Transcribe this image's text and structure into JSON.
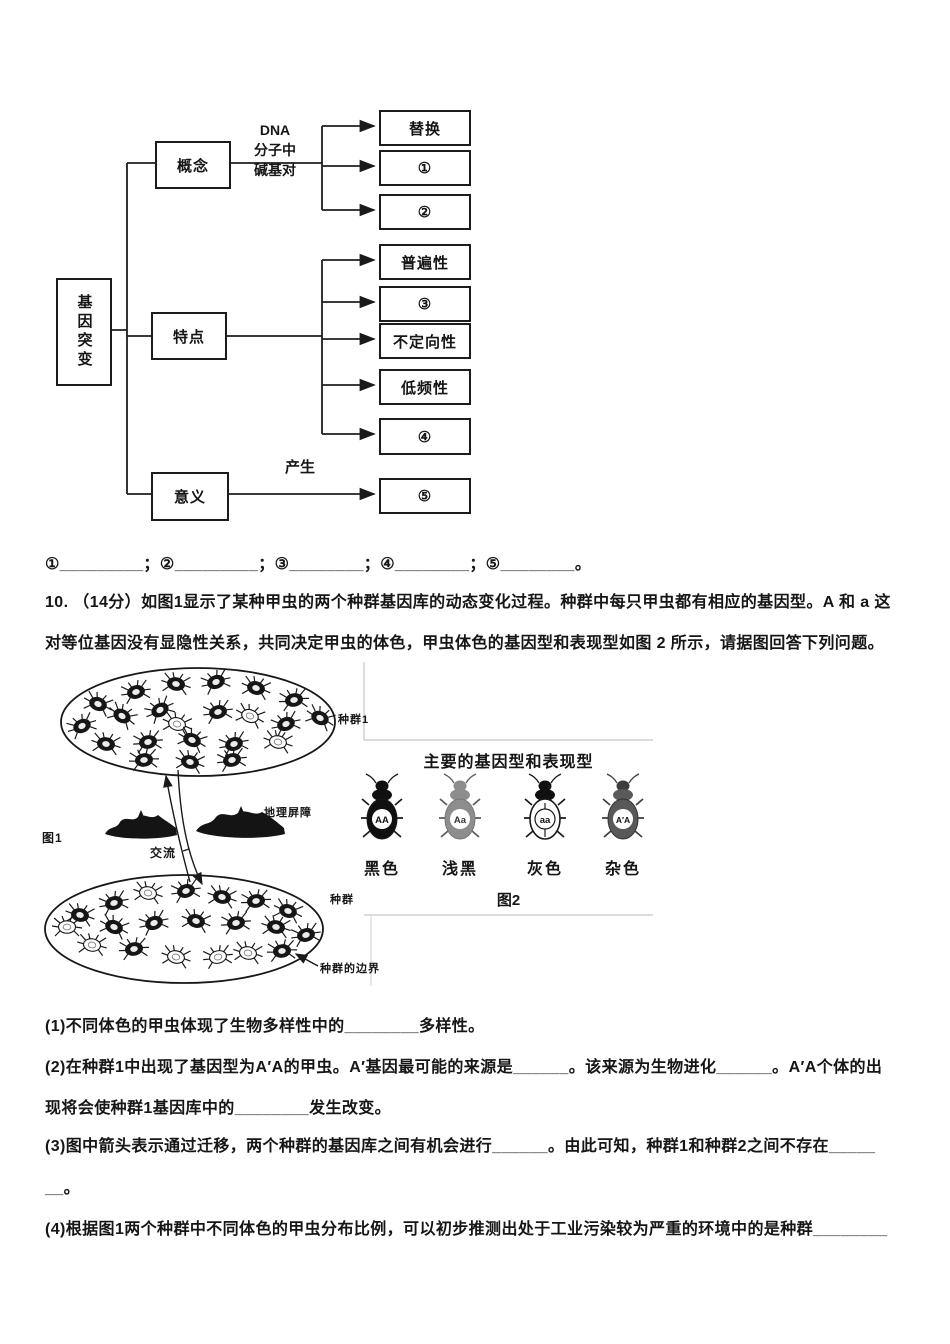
{
  "concept_map": {
    "root": "基因突变",
    "branch_concept": "概念",
    "branch_feature": "特点",
    "branch_meaning": "意义",
    "edge_dna_1": "DNA",
    "edge_dna_2": "分子中",
    "edge_dna_3": "碱基对",
    "edge_meaning": "产生",
    "leaves": [
      "替换",
      "①",
      "②",
      "普遍性",
      "③",
      "不定向性",
      "低频性",
      "④",
      "⑤"
    ]
  },
  "answer_line": "①_________；②_________；③________；④________；⑤________。",
  "question10": {
    "lines": [
      "10. （14分）如图1显示了某种甲虫的两个种群基因库的动态变化过程。种群中每只甲虫都有相应的基因型。A 和 a 这",
      "对等位基因没有显隐性关系，共同决定甲虫的体色，甲虫体色的基因型和表现型如图 2 所示，请据图回答下列问题。"
    ]
  },
  "figure1": {
    "caption": "图1",
    "population1_label": "种群1",
    "population2_label": "种群",
    "barrier_label": "地理屏障",
    "exchange_label": "交流",
    "boundary_label": "种群的边界",
    "population1_beetles": [
      [
        -100,
        -18,
        20,
        0
      ],
      [
        -62,
        -30,
        -15,
        0
      ],
      [
        -22,
        -38,
        10,
        0
      ],
      [
        18,
        -40,
        -20,
        0
      ],
      [
        58,
        -34,
        15,
        0
      ],
      [
        96,
        -22,
        -10,
        0
      ],
      [
        122,
        -4,
        25,
        0
      ],
      [
        -116,
        4,
        -25,
        0
      ],
      [
        -76,
        -6,
        30,
        0
      ],
      [
        -38,
        -12,
        -30,
        0
      ],
      [
        -21,
        2,
        15,
        1
      ],
      [
        20,
        -10,
        -15,
        0
      ],
      [
        52,
        -6,
        20,
        1
      ],
      [
        88,
        2,
        -20,
        0
      ],
      [
        -92,
        22,
        10,
        0
      ],
      [
        -50,
        20,
        -12,
        0
      ],
      [
        -6,
        18,
        22,
        0
      ],
      [
        36,
        22,
        -18,
        0
      ],
      [
        80,
        20,
        12,
        1
      ],
      [
        -54,
        38,
        -8,
        0
      ],
      [
        -8,
        40,
        14,
        0
      ],
      [
        34,
        38,
        -14,
        0
      ]
    ],
    "population2_beetles": [
      [
        -36,
        -36,
        10,
        1
      ],
      [
        2,
        -38,
        -15,
        0
      ],
      [
        38,
        -32,
        12,
        0
      ],
      [
        72,
        -28,
        -10,
        0
      ],
      [
        104,
        -18,
        18,
        0
      ],
      [
        -70,
        -26,
        -18,
        0
      ],
      [
        -104,
        -14,
        12,
        0
      ],
      [
        -117,
        -2,
        0,
        1
      ],
      [
        -70,
        -2,
        20,
        0
      ],
      [
        -30,
        -6,
        -20,
        0
      ],
      [
        12,
        -8,
        15,
        0
      ],
      [
        52,
        -6,
        -12,
        0
      ],
      [
        92,
        -2,
        10,
        0
      ],
      [
        122,
        6,
        -15,
        0
      ],
      [
        -92,
        16,
        8,
        1
      ],
      [
        -50,
        20,
        -10,
        0
      ],
      [
        -8,
        28,
        12,
        1
      ],
      [
        34,
        28,
        -14,
        1
      ],
      [
        64,
        24,
        10,
        1
      ],
      [
        98,
        22,
        -8,
        0
      ]
    ]
  },
  "figure2": {
    "title": "主要的基因型和表现型",
    "caption": "图2",
    "beetles": [
      {
        "genotype": "AA",
        "phenotype": "黑色",
        "shade": "#101010"
      },
      {
        "genotype": "Aa",
        "phenotype": "浅黑",
        "shade": "#8d8d8d"
      },
      {
        "genotype": "aa",
        "phenotype": "灰色",
        "shade": "#ffffff"
      },
      {
        "genotype": "A′A",
        "phenotype": "杂色",
        "shade": "#595959"
      }
    ]
  },
  "questions": {
    "lines": [
      "(1)不同体色的甲虫体现了生物多样性中的________多样性。",
      "(2)在种群1中出现了基因型为A′A的甲虫。A′基因最可能的来源是______。该来源为生物进化______。A′A个体的出",
      "现将会使种群1基因库中的________发生改变。",
      "(3)图中箭头表示通过迁移，两个种群的基因库之间有机会进行______。由此可知，种群1和种群2之间不存在_____",
      "__。",
      "(4)根据图1两个种群中不同体色的甲虫分布比例，可以初步推测出处于工业污染较为严重的环境中的是种群________"
    ]
  }
}
